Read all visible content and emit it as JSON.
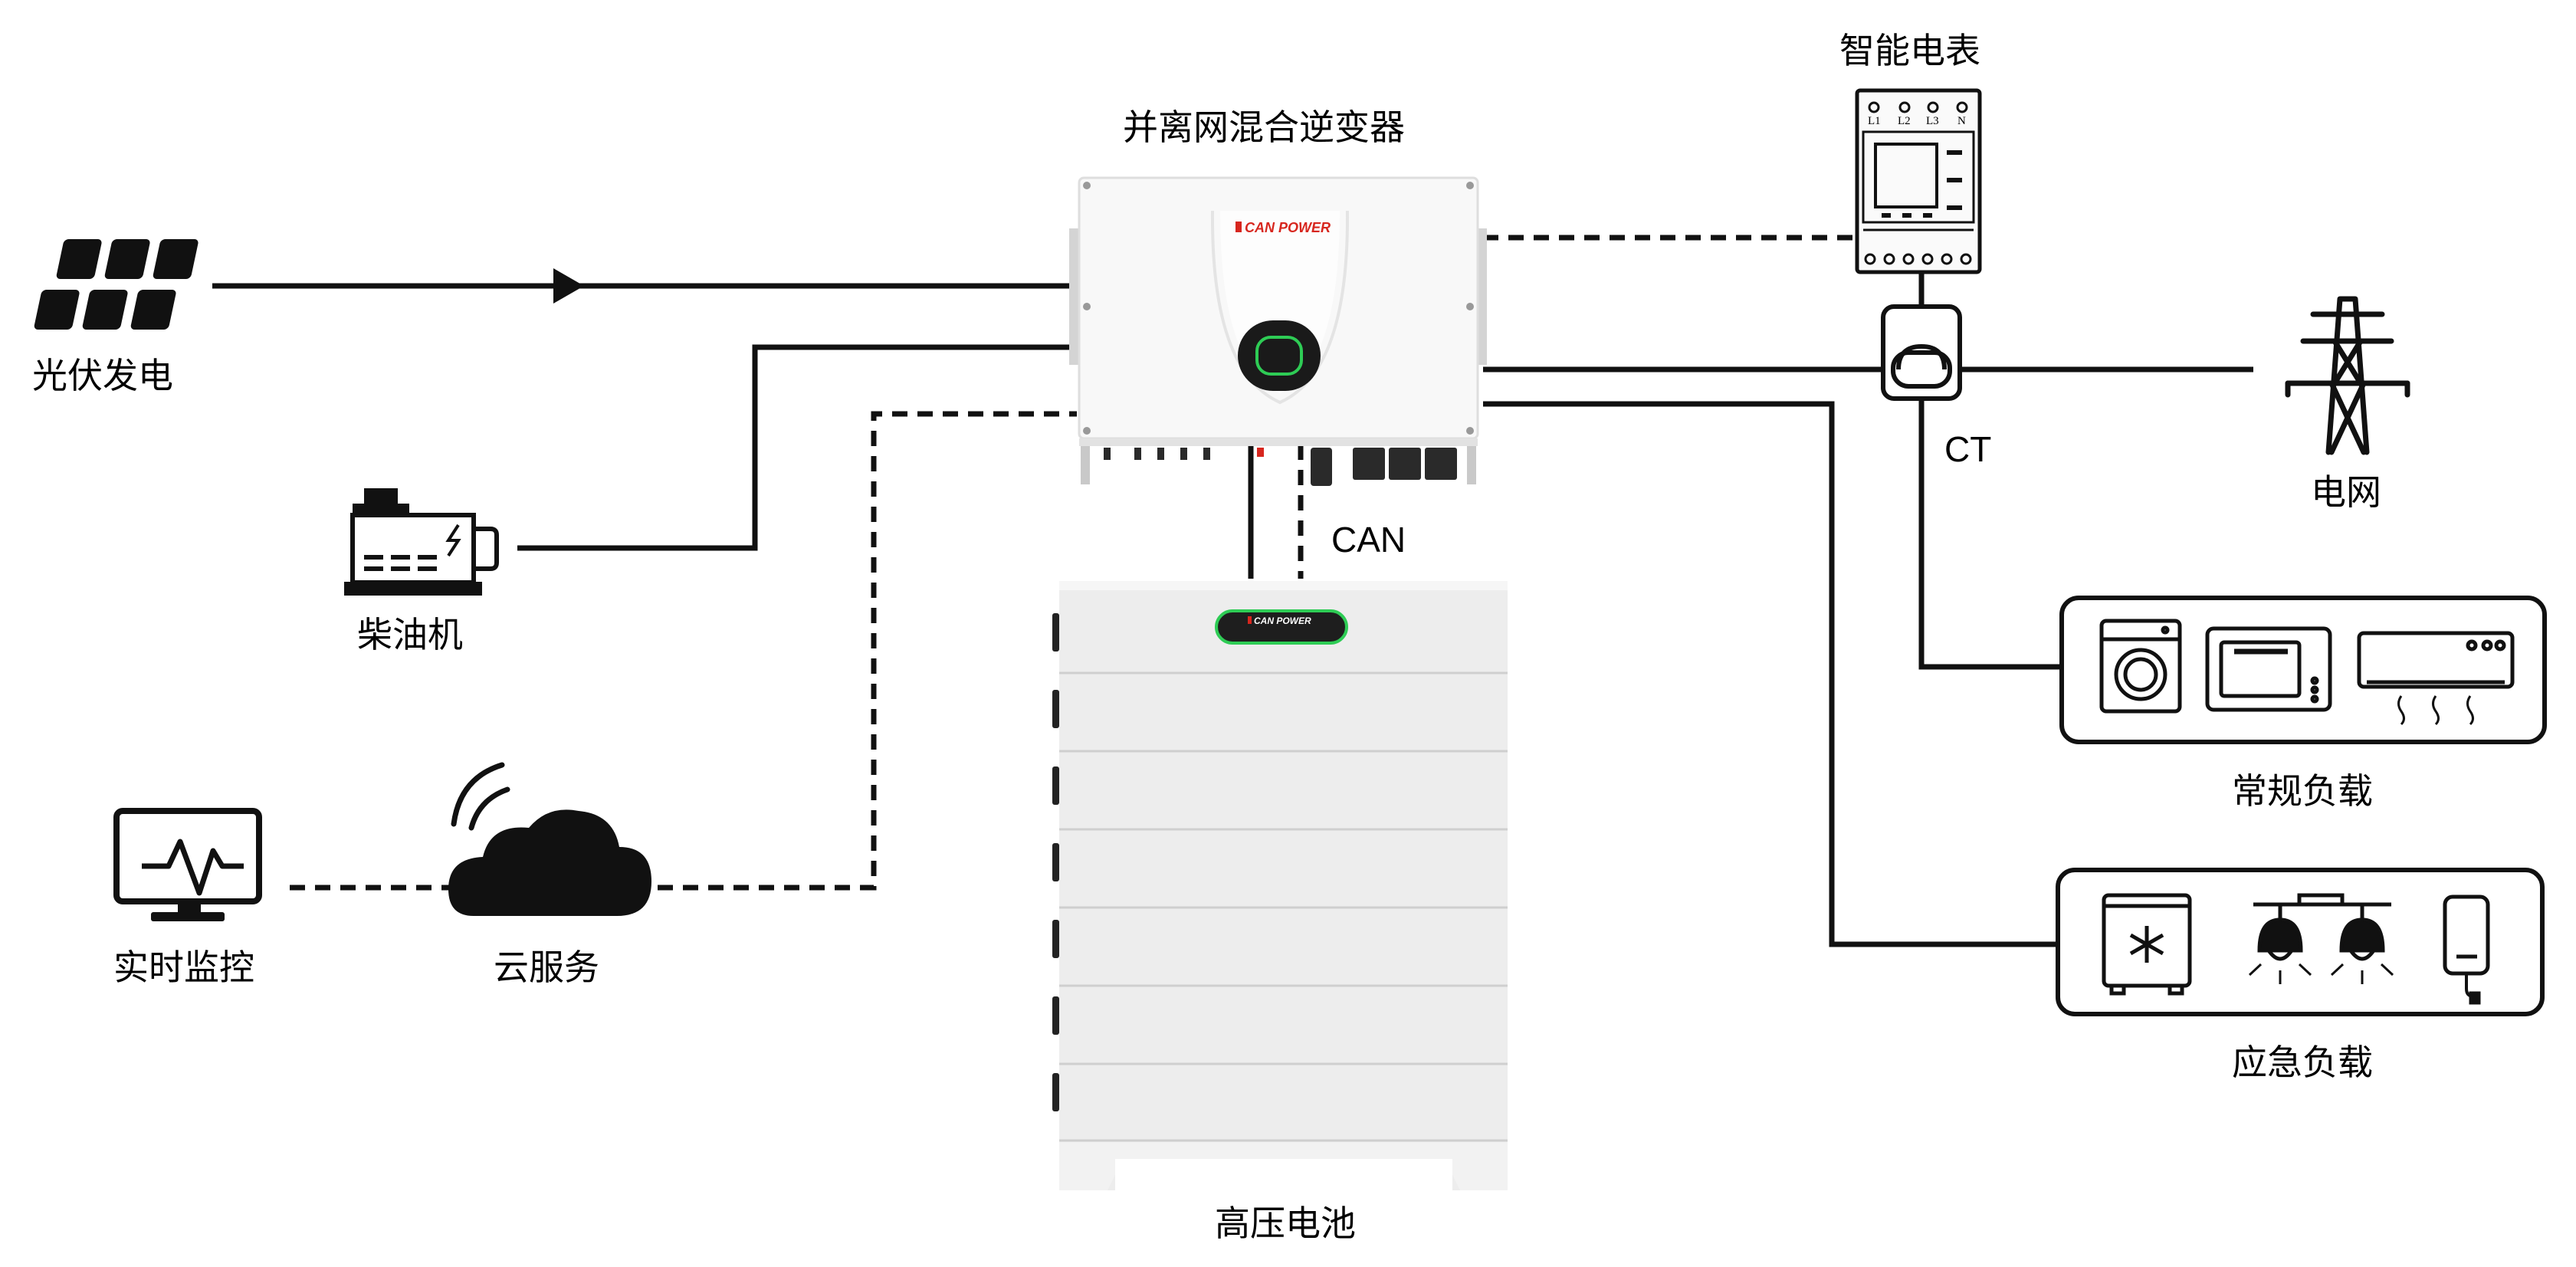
{
  "labels": {
    "solar": "光伏发电",
    "diesel": "柴油机",
    "monitor": "实时监控",
    "cloud": "云服务",
    "inverter": "并离网混合逆变器",
    "battery": "高压电池",
    "meter": "智能电表",
    "ct": "CT",
    "can": "CAN",
    "grid": "电网",
    "normal_load": "常规负载",
    "emergency_load": "应急负载"
  },
  "brand": {
    "inverter_logo": "CAN POWER",
    "battery_logo": "CAN POWER"
  },
  "meter_terminals": {
    "top": [
      "L1",
      "L2",
      "L3",
      "N"
    ]
  },
  "colors": {
    "line": "#111111",
    "brand_red": "#d7261e",
    "led_green": "#2ecc55",
    "device_body": "#f7f7f7",
    "battery_body": "#ececec"
  }
}
